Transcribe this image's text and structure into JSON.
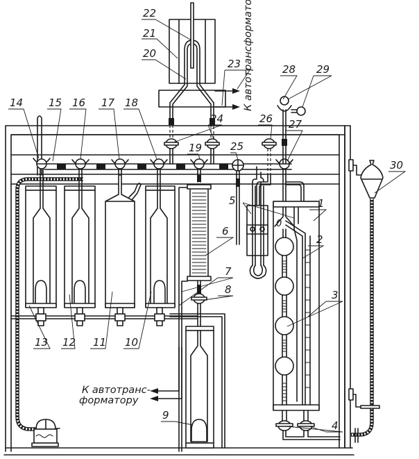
{
  "figure": {
    "title": "Gas analysis apparatus schematic with numbered components",
    "zero_mark": "0",
    "captions": {
      "top_right": "К автотрансформатору",
      "bottom_left_line1": "К автотранс-",
      "bottom_left_line2": "форматору"
    },
    "callouts": [
      {
        "n": "1",
        "label": "1"
      },
      {
        "n": "2",
        "label": "2"
      },
      {
        "n": "3",
        "label": "3"
      },
      {
        "n": "4",
        "label": "4"
      },
      {
        "n": "5",
        "label": "5"
      },
      {
        "n": "6",
        "label": "6"
      },
      {
        "n": "7",
        "label": "7"
      },
      {
        "n": "8",
        "label": "8"
      },
      {
        "n": "9",
        "label": "9"
      },
      {
        "n": "10",
        "label": "10"
      },
      {
        "n": "11",
        "label": "11"
      },
      {
        "n": "12",
        "label": "12"
      },
      {
        "n": "13",
        "label": "13"
      },
      {
        "n": "14",
        "label": "14"
      },
      {
        "n": "15",
        "label": "15"
      },
      {
        "n": "16",
        "label": "16"
      },
      {
        "n": "17",
        "label": "17"
      },
      {
        "n": "18",
        "label": "18"
      },
      {
        "n": "19",
        "label": "19"
      },
      {
        "n": "20",
        "label": "20"
      },
      {
        "n": "21",
        "label": "21"
      },
      {
        "n": "22",
        "label": "22"
      },
      {
        "n": "23",
        "label": "23"
      },
      {
        "n": "24",
        "label": "24"
      },
      {
        "n": "25",
        "label": "25"
      },
      {
        "n": "26",
        "label": "26"
      },
      {
        "n": "27",
        "label": "27"
      },
      {
        "n": "28",
        "label": "28"
      },
      {
        "n": "29",
        "label": "29"
      },
      {
        "n": "30",
        "label": "30"
      }
    ]
  }
}
